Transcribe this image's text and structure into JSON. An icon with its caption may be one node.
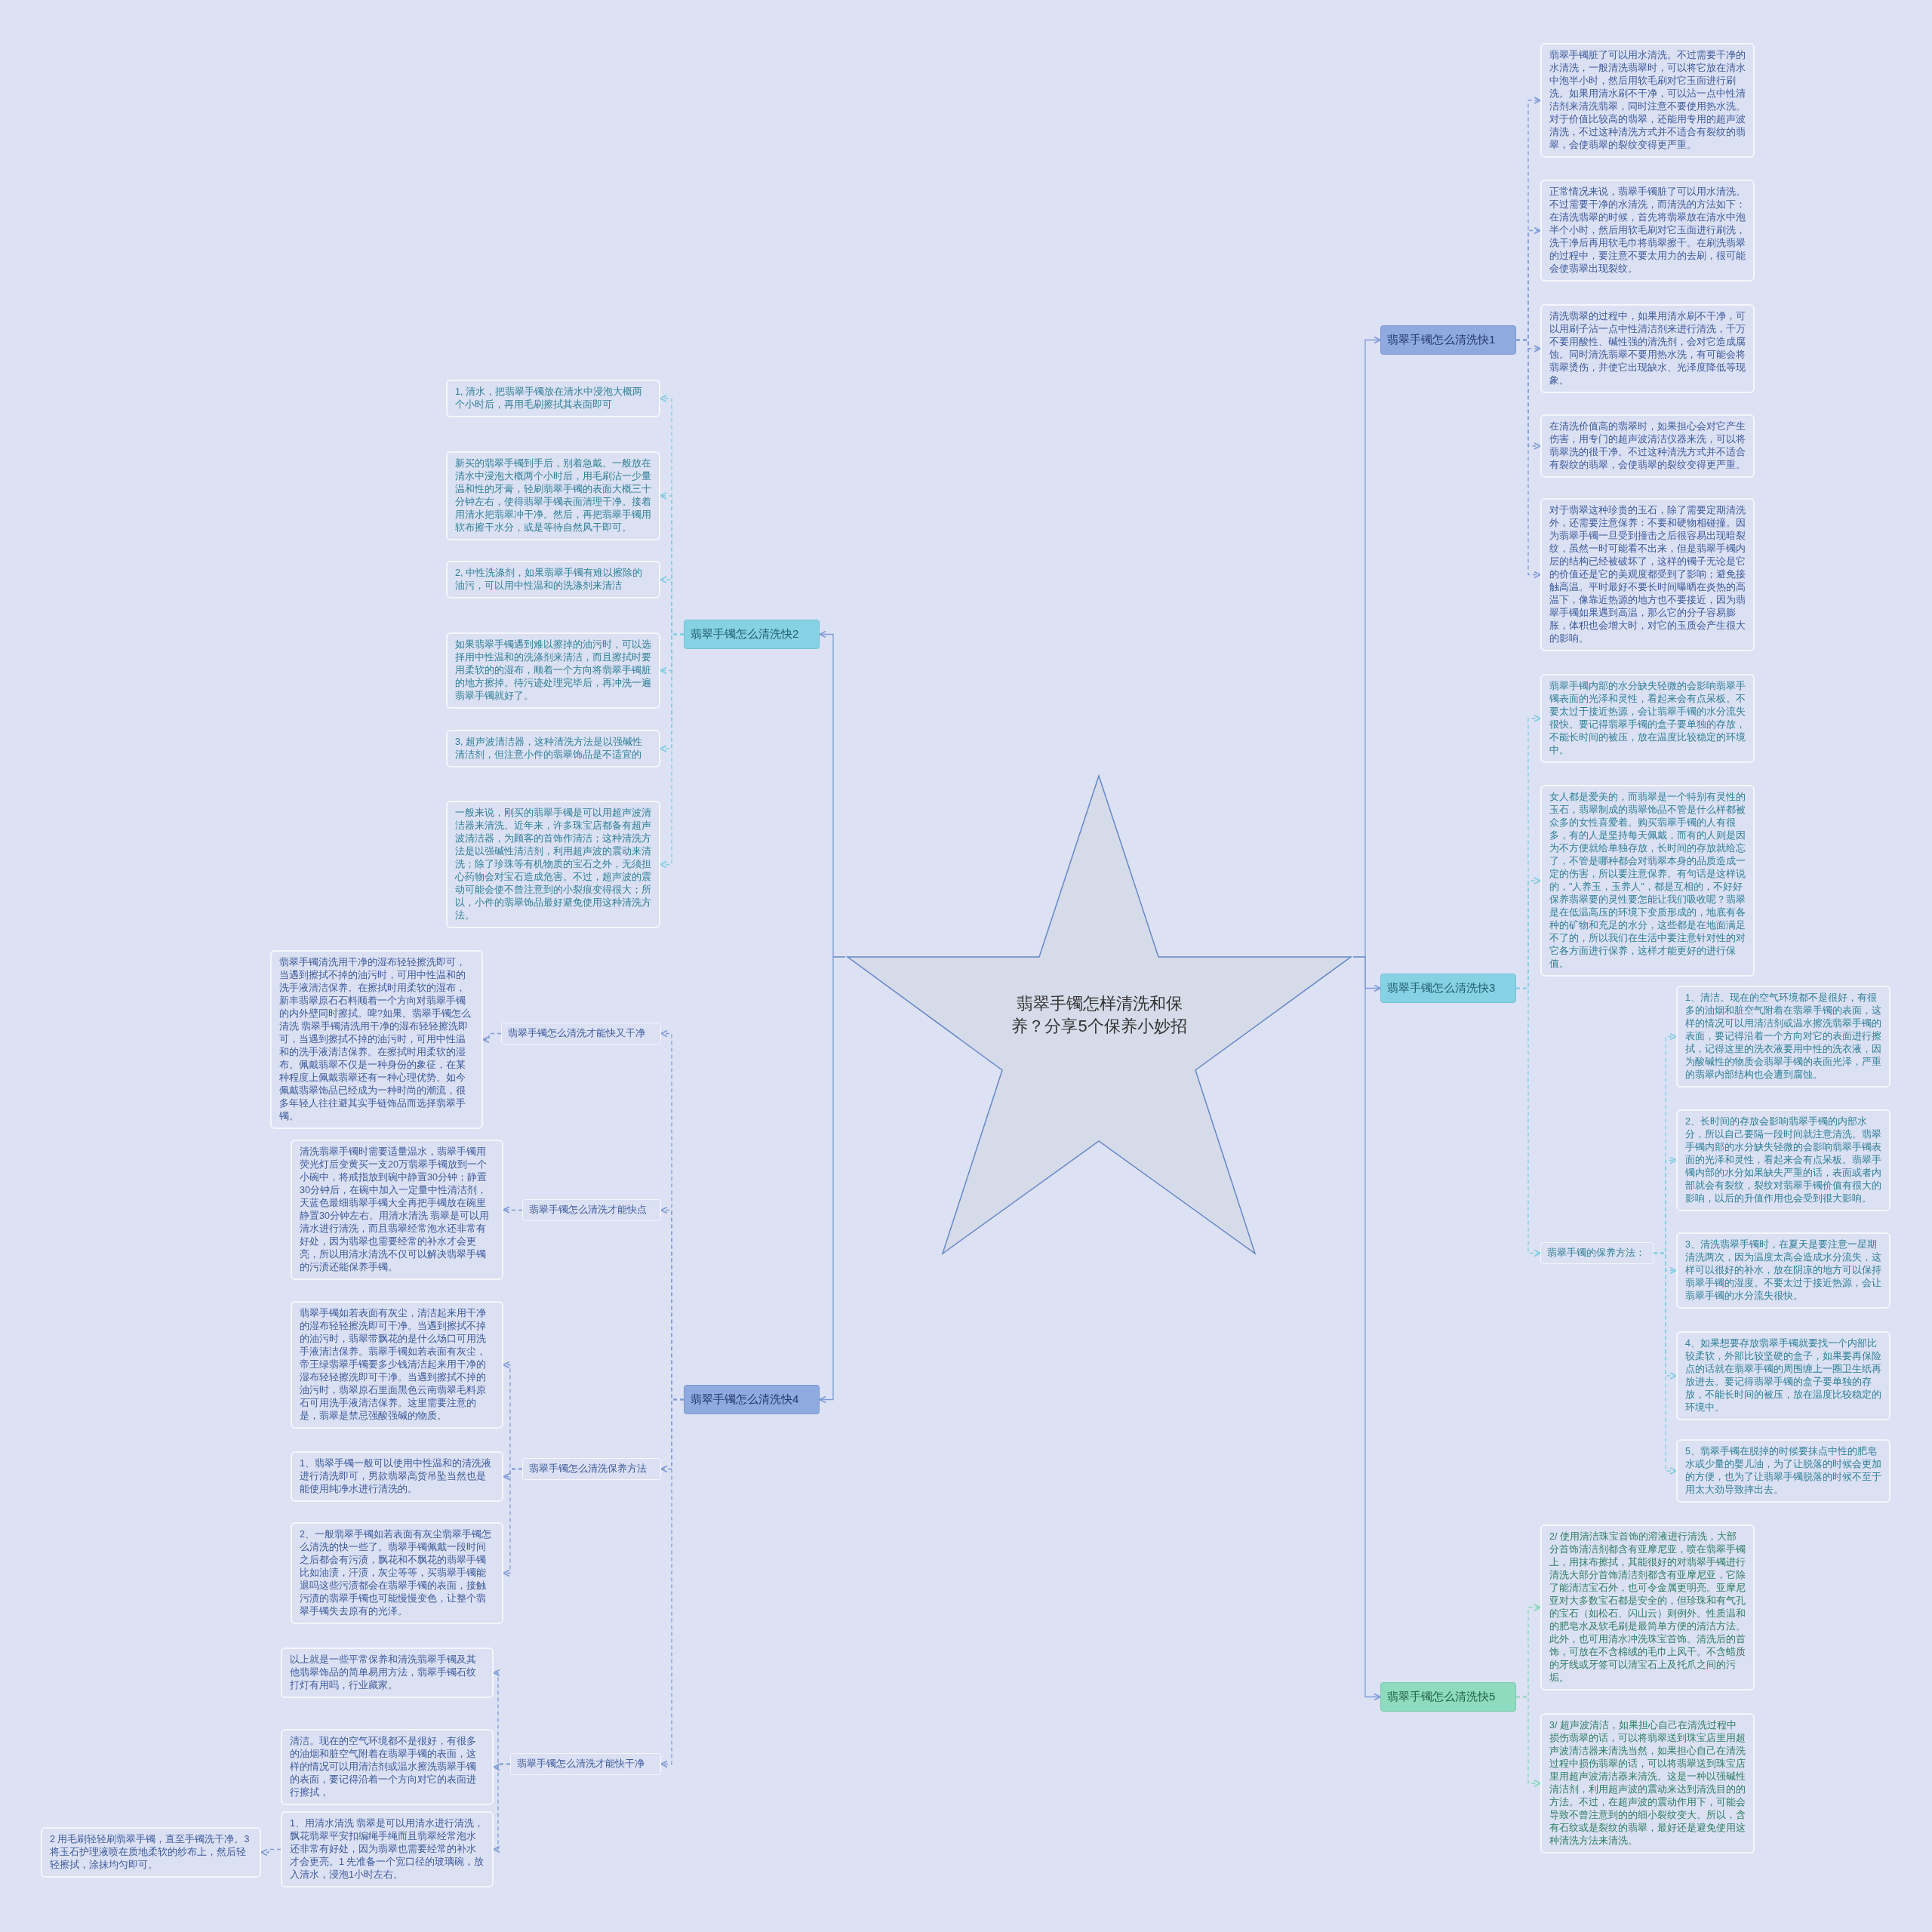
{
  "diagram": {
    "nodes": [
      {
        "text": [
          "翡翠手镯怎样清洗和保养？分享5个保养小妙招"
        ]
      },
      {
        "text": [
          "翡翠手镯怎么清洗快1"
        ]
      },
      {
        "text": [
          "翡翠手镯脏了可以用水清洗。不过需要干净的水清洗，一般清洗翡翠时，可以将它放在清水中泡半小时，然后用软毛刷对它玉面进行刷洗。如果用清水刷不干净，可以沾一点中性清洁剂来清洗翡翠，同时注意不要使用热水洗。对于价值比较高的翡翠，还能用专用的超声波清洗，不过这种清洗方式并不适合有裂纹的翡翠，会使翡翠的裂纹变得更严重。"
        ]
      },
      {
        "text": [
          "正常情况来说，翡翠手镯脏了可以用水清洗。不过需要干净的水清洗，而清洗的方法如下：在清洗翡翠的时候，首先将翡翠放在清水中泡半个小时，然后用软毛刷对它玉面进行刷洗，洗干净后再用软毛巾将翡翠擦干。在刷洗翡翠的过程中，要注意不要太用力的去刷，很可能会使翡翠出现裂纹。"
        ]
      },
      {
        "text": [
          "清洗翡翠的过程中，如果用清水刷不干净，可以用刷子沾一点中性清洁剂来进行清洗，千万不要用酸性、碱性强的清洗剂，会对它造成腐蚀。同时清洗翡翠不要用热水洗，有可能会将翡翠烫伤，并使它出现缺水、光泽度降低等现象。"
        ]
      },
      {
        "text": [
          "在清洗价值高的翡翠时，如果担心会对它产生伤害，用专门的超声波清洁仪器来洗，可以将翡翠洗的很干净。不过这种清洗方式并不适合有裂纹的翡翠，会使翡翠的裂纹变得更严重。"
        ]
      },
      {
        "text": [
          "对于翡翠这种珍贵的玉石，除了需要定期清洗外，还需要注意保养：不要和硬物相碰撞。因为翡翠手镯一旦受到撞击之后很容易出现暗裂纹，虽然一时可能看不出来，但是翡翠手镯内层的结构已经被破坏了，这样的镯子无论是它的价值还是它的美观度都受到了影响；避免接触高温。平时最好不要长时间曝晒在炎热的高温下，像靠近热源的地方也不要接近，因为翡翠手镯如果遇到高温，那么它的分子容易膨胀，体积也会增大时，对它的玉质会产生很大的影响。"
        ]
      },
      {
        "text": [
          "翡翠手镯怎么清洗快3"
        ]
      },
      {
        "text": [
          "翡翠手镯内部的水分缺失轻微的会影响翡翠手镯表面的光泽和灵性，看起来会有点呆板。不要太过于接近热源，会让翡翠手镯的水分流失很快。要记得翡翠手镯的盒子要单独的存放，不能长时间的被压，放在温度比较稳定的环境中。"
        ]
      },
      {
        "text": [
          "女人都是爱美的，而翡翠是一个特别有灵性的玉石，翡翠制成的翡翠饰品不管是什么样都被众多的女性喜爱着。购买翡翠手镯的人有很多，有的人是坚持每天佩戴，而有的人则是因为不方便就给单独存放，长时间的存放就给忘了，不管是哪种都会对翡翠本身的品质造成一定的伤害，所以要注意保养。有句话是这样说的，\"人养玉，玉养人\"，都是互相的，不好好保养翡翠要的灵性要怎能让我们吸收呢？翡翠是在低温高压的环境下变质形成的，地底有各种的矿物和充足的水分，这些都是在地面满足不了的，所以我们在生活中要注意针对性的对它各方面进行保养，这样才能更好的进行保值。"
        ]
      },
      {
        "text": [
          "翡翠手镯的保养方法："
        ]
      },
      {
        "text": [
          "1、清洁。现在的空气环境都不是很好，有很多的油烟和脏空气附着在翡翠手镯的表面，这样的情况可以用清洁剂或温水擦洗翡翠手镯的表面，要记得沿着一个方向对它的表面进行擦拭，记得这里的洗衣液要用中性的洗衣液，因为酸碱性的物质会翡翠手镯的表面光泽，严重的翡翠内部结构也会遭到腐蚀。"
        ]
      },
      {
        "text": [
          "2、长时间的存放会影响翡翠手镯的内部水分，所以自己要隔一段时间就注意清洗。翡翠手镯内部的水分缺失轻微的会影响翡翠手镯表面的光泽和灵性，看起来会有点呆板。翡翠手镯内部的水分如果缺失严重的话，表面或者内部就会有裂纹，裂纹对翡翠手镯价值有很大的影响，以后的升值作用也会受到很大影响。"
        ]
      },
      {
        "text": [
          "3、清洗翡翠手镯时，在夏天是要注意一星期清洗两次，因为温度太高会造成水分流失，这样可以很好的补水，放在阴凉的地方可以保持翡翠手镯的湿度。不要太过于接近热源，会让翡翠手镯的水分流失很快。"
        ]
      },
      {
        "text": [
          "4、如果想要存放翡翠手镯就要找一个内部比较柔软，外部比较坚硬的盒子，如果要再保险点的话就在翡翠手镯的周围缠上一圈卫生纸再放进去。要记得翡翠手镯的盒子要单独的存放，不能长时间的被压，放在温度比较稳定的环境中。"
        ]
      },
      {
        "text": [
          "5、翡翠手镯在脱掉的时候要抹点中性的肥皂水或少量的婴儿油，为了让脱落的时候会更加的方便，也为了让翡翠手镯脱落的时候不至于用太大劲导致摔出去。"
        ]
      },
      {
        "text": [
          "翡翠手镯怎么清洗快5"
        ]
      },
      {
        "text": [
          "2/ 使用清洁珠宝首饰的溶液进行清洗，大部分首饰清洁剂都含有亚摩尼亚，喷在翡翠手镯上，用抹布擦拭，其能很好的对翡翠手镯进行清洗大部分首饰清洁剂都含有亚摩尼亚，它除了能清洁宝石外，也可令金属更明亮。亚摩尼亚对大多数宝石都是安全的，但珍珠和有气孔的宝石（如松石、闪山云）则例外。性质温和的肥皂水及软毛刷是最简单方便的清洁方法。此外，也可用清水冲洗珠宝首饰。清洗后的首饰，可放在不含棉绒的毛巾上风干。不含蜡质的牙线或牙签可以清宝石上及托爪之间的污垢。"
        ]
      },
      {
        "text": [
          "3/ 超声波清洁，如果担心自己在清洗过程中损伤翡翠的话，可以将翡翠送到珠宝店里用超声波清洁器来清洗当然，如果担心自己在清洗过程中损伤翡翠的话，可以将翡翠送到珠宝店里用超声波清洁器来清洗。这是一种以强碱性清洁剂，利用超声波的震动来达到清洗目的的方法。不过，在超声波的震动作用下，可能会导致不曾注意到的的细小裂纹变大。所以，含有石纹或是裂纹的翡翠，最好还是避免使用这种清洗方法来清洗。"
        ]
      },
      {
        "text": [
          "翡翠手镯怎么清洗快2"
        ]
      },
      {
        "text": [
          "1, 清水，把翡翠手镯放在清水中浸泡大概两个小时后，再用毛刷擦拭其表面即可"
        ]
      },
      {
        "text": [
          "新买的翡翠手镯到手后，别着急戴。一般放在清水中浸泡大概两个小时后，用毛刷沾一少量温和性的牙膏，轻刷翡翠手镯的表面大概三十分钟左右，使得翡翠手镯表面清理干净。接着用清水把翡翠冲干净。然后，再把翡翠手镯用软布擦干水分，或是等待自然风干即可。"
        ]
      },
      {
        "text": [
          "2, 中性洗涤剂，如果翡翠手镯有难以擦除的油污，可以用中性温和的洗涤剂来清洁"
        ]
      },
      {
        "text": [
          "如果翡翠手镯遇到难以擦掉的油污时，可以选择用中性温和的洗涤剂来清洁，而且擦拭时要用柔软的的湿布，顺着一个方向将翡翠手镯脏的地方擦掉。待污迹处理完毕后，再冲洗一遍翡翠手镯就好了。"
        ]
      },
      {
        "text": [
          "3, 超声波清洁器，这种清洗方法是以强碱性清洁剂，但注意小件的翡翠饰品是不适宜的"
        ]
      },
      {
        "text": [
          "一般来说，刚买的翡翠手镯是可以用超声波清洁器来清洗。近年来，许多珠宝店都备有超声波清洁器，为顾客的首饰作清洁；这种清洗方法是以强碱性清洁剂，利用超声波的震动来清洗；除了珍珠等有机物质的宝石之外，无须担心药物会对宝石造成危害。不过，超声波的震动可能会使不曾注意到的小裂痕变得很大；所以，小件的翡翠饰品最好避免使用这种清洗方法。"
        ]
      },
      {
        "text": [
          "翡翠手镯怎么清洗快4"
        ]
      },
      {
        "text": [
          "翡翠手镯怎么清洗才能快又干净"
        ]
      },
      {
        "text": [
          "翡翠手镯清洗用干净的湿布轻轻擦洗即可，当遇到擦拭不掉的油污时，可用中性温和的洗手液清洁保养。在擦拭时用柔软的湿布，新丰翡翠原石石料顺着一个方向对翡翠手镯的内外壁同时擦拭。啤?如果。翡翠手镯怎么清洗 翡翠手镯清洗用干净的湿布轻轻擦洗即可，当遇到擦拭不掉的油污时，可用中性温和的洗手液清洁保养。在擦拭时用柔软的湿布。佩戴翡翠不仅是一种身份的象征，在某种程度上佩戴翡翠还有一种心理优势。如今佩戴翡翠饰品已经成为一种时尚的潮流，很多年轻人往往避其实手链饰品而选择翡翠手镯。"
        ]
      },
      {
        "text": [
          "翡翠手镯怎么清洗才能快点"
        ]
      },
      {
        "text": [
          "清洗翡翠手镯时需要适量温水，翡翠手镯用荧光灯后变黄买一支20万翡翠手镯放到一个小碗中，将戒指放到碗中静置30分钟；静置30分钟后，在碗中加入一定量中性清洁剂，天蓝色最细翡翠手镯大全再把手镯放在碗里静置30分钟左右。用清水清洗 翡翠是可以用清水进行清洗，而且翡翠经常泡水还非常有好处，因为翡翠也需要经常的补水才会更亮，所以用清水清洗不仅可以解决翡翠手镯的污渍还能保养手镯。"
        ]
      },
      {
        "text": [
          "翡翠手镯怎么清洗保养方法"
        ]
      },
      {
        "text": [
          "翡翠手镯如若表面有灰尘，清洁起来用干净的湿布轻轻擦洗即可干净。当遇到擦拭不掉的油污时，翡翠带飘花的是什么场口可用洗手液清洁保养。翡翠手镯如若表面有灰尘，帝王绿翡翠手镯要多少钱清洁起来用干净的湿布轻轻擦洗即可干净。当遇到擦拭不掉的油污时，翡翠原石里面黑色云南翡翠毛料原石可用洗手液清洁保养。这里需要注意的是，翡翠是禁忌强酸强碱的物质。"
        ]
      },
      {
        "text": [
          "1、翡翠手镯一般可以使用中性温和的清洗液进行清洗即可，男款翡翠高货吊坠当然也是能使用纯净水进行清洗的。"
        ]
      },
      {
        "text": [
          "2、一般翡翠手镯如若表面有灰尘翡翠手镯怎么清洗的快一些了。翡翠手镯佩戴一段时间之后都会有污渍，飘花和不飘花的翡翠手镯比如油渍，汗渍，灰尘等等，买翡翠手镯能退吗这些污渍都会在翡翠手镯的表面，接触污渍的翡翠手镯也可能慢慢变色，让整个翡翠手镯失去原有的光泽。"
        ]
      },
      {
        "text": [
          "翡翠手镯怎么清洗才能快干净"
        ]
      },
      {
        "text": [
          "以上就是一些平常保养和清洗翡翠手镯及其他翡翠饰品的简单易用方法，翡翠手镯石纹打灯有用吗，行业藏家。"
        ]
      },
      {
        "text": [
          "清洁。现在的空气环境都不是很好，有很多的油烟和脏空气附着在翡翠手镯的表面，这样的情况可以用清洁剂或温水擦洗翡翠手镯的表面，要记得沿着一个方向对它的表面进行擦拭，"
        ]
      },
      {
        "text": [
          "1、用清水清洗 翡翠是可以用清水进行清洗，飘花翡翠平安扣编绳手绳而且翡翠经常泡水还非常有好处，因为翡翠也需要经常的补水才会更亮。1 先准备一个宽口径的玻璃碗，放入清水，浸泡1小时左右。"
        ]
      },
      {
        "text": [
          "2 用毛刷轻轻刷翡翠手镯，直至手镯洗干净。3 将玉石护理液喷在质地柔软的纱布上，然后轻轻擦拭，涂抹均匀即可。"
        ]
      }
    ],
    "edges": [
      {
        "from": 0,
        "to": 1,
        "arrow": "to"
      },
      {
        "from": 0,
        "to": 7,
        "arrow": "to"
      },
      {
        "from": 0,
        "to": 16,
        "arrow": "to"
      },
      {
        "from": 0,
        "to": 19,
        "arrow": "to"
      },
      {
        "from": 0,
        "to": 26,
        "arrow": "to"
      },
      {
        "from": 1,
        "to": 2,
        "arrow": "to",
        "style": "dashed"
      },
      {
        "from": 1,
        "to": 3,
        "arrow": "to",
        "style": "dashed"
      },
      {
        "from": 1,
        "to": 4,
        "arrow": "to",
        "style": "dashed"
      },
      {
        "from": 1,
        "to": 5,
        "arrow": "to",
        "style": "dashed"
      },
      {
        "from": 1,
        "to": 6,
        "arrow": "to",
        "style": "dashed"
      },
      {
        "from": 7,
        "to": 8,
        "arrow": "to",
        "style": "dashed",
        "color": "#7fcde0"
      },
      {
        "from": 7,
        "to": 9,
        "arrow": "to",
        "style": "dashed",
        "color": "#7fcde0"
      },
      {
        "from": 7,
        "to": 10,
        "arrow": "to",
        "style": "dashed",
        "color": "#7fcde0"
      },
      {
        "from": 10,
        "to": 11,
        "arrow": "to",
        "style": "dashed",
        "color": "#7fcde0"
      },
      {
        "from": 10,
        "to": 12,
        "arrow": "to",
        "style": "dashed",
        "color": "#7fcde0"
      },
      {
        "from": 10,
        "to": 13,
        "arrow": "to",
        "style": "dashed",
        "color": "#7fcde0"
      },
      {
        "from": 10,
        "to": 14,
        "arrow": "to",
        "style": "dashed",
        "color": "#7fcde0"
      },
      {
        "from": 10,
        "to": 15,
        "arrow": "to",
        "style": "dashed",
        "color": "#7fcde0"
      },
      {
        "from": 16,
        "to": 17,
        "arrow": "to",
        "style": "dashed",
        "color": "#84d6b6"
      },
      {
        "from": 16,
        "to": 18,
        "arrow": "to",
        "style": "dashed",
        "color": "#84d6b6"
      },
      {
        "from": 19,
        "to": 20,
        "arrow": "to",
        "style": "dashed",
        "color": "#7fcde0"
      },
      {
        "from": 19,
        "to": 21,
        "arrow": "to",
        "style": "dashed",
        "color": "#7fcde0"
      },
      {
        "from": 19,
        "to": 22,
        "arrow": "to",
        "style": "dashed",
        "color": "#7fcde0"
      },
      {
        "from": 19,
        "to": 23,
        "arrow": "to",
        "style": "dashed",
        "color": "#7fcde0"
      },
      {
        "from": 19,
        "to": 24,
        "arrow": "to",
        "style": "dashed",
        "color": "#7fcde0"
      },
      {
        "from": 19,
        "to": 25,
        "arrow": "to",
        "style": "dashed",
        "color": "#7fcde0"
      },
      {
        "from": 26,
        "to": 27,
        "arrow": "to",
        "style": "dashed"
      },
      {
        "from": 26,
        "to": 29,
        "arrow": "to",
        "style": "dashed"
      },
      {
        "from": 26,
        "to": 31,
        "arrow": "to",
        "style": "dashed"
      },
      {
        "from": 26,
        "to": 35,
        "arrow": "to",
        "style": "dashed"
      },
      {
        "from": 27,
        "to": 28,
        "arrow": "to",
        "style": "dashed"
      },
      {
        "from": 29,
        "to": 30,
        "arrow": "to",
        "style": "dashed"
      },
      {
        "from": 31,
        "to": 32,
        "arrow": "to",
        "style": "dashed"
      },
      {
        "from": 31,
        "to": 33,
        "arrow": "to",
        "style": "dashed"
      },
      {
        "from": 31,
        "to": 34,
        "arrow": "to",
        "style": "dashed"
      },
      {
        "from": 35,
        "to": 36,
        "arrow": "to",
        "style": "dashed"
      },
      {
        "from": 35,
        "to": 37,
        "arrow": "to",
        "style": "dashed"
      },
      {
        "from": 35,
        "to": 38,
        "arrow": "to",
        "style": "dashed"
      },
      {
        "from": 38,
        "to": 39,
        "arrow": "to",
        "style": "dashed"
      }
    ]
  }
}
